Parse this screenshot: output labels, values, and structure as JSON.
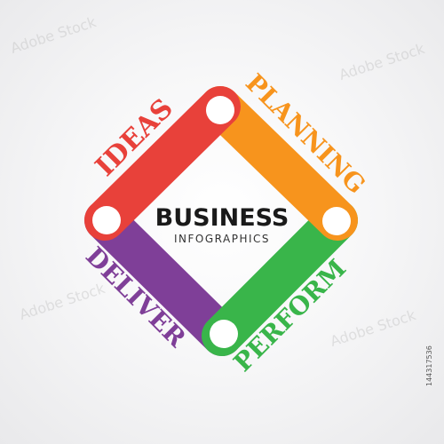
{
  "labels": {
    "ideas": "IDEAS",
    "planning": "PLANNING",
    "perform": "PERFORM",
    "deliver": "DELIVER"
  },
  "center": {
    "title": "BUSINESS",
    "subtitle": "INFOGRAPHICS"
  },
  "stock_id": "144317536",
  "watermark": "Adobe Stock",
  "colors": {
    "ideas": "#e8413a",
    "planning": "#f7941d",
    "perform": "#39b54a",
    "deliver": "#7f3f98"
  }
}
